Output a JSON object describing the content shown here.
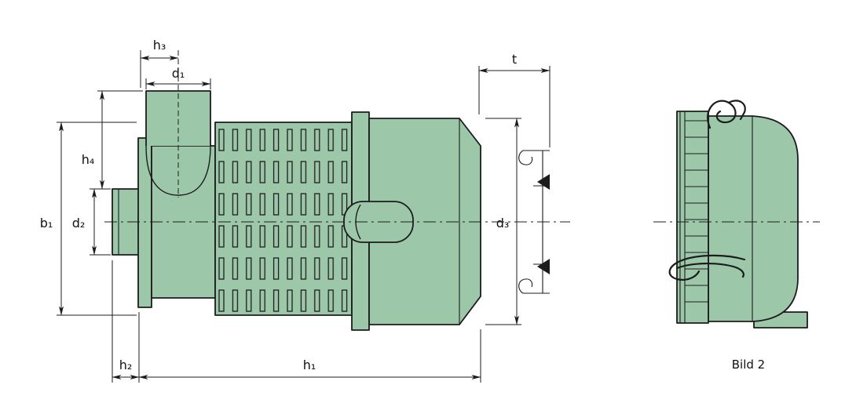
{
  "figure": {
    "caption": "Bild 2"
  },
  "colors": {
    "body_fill": "#9cc7a9",
    "outline": "#1c1c1c",
    "dimension_lines": "#1c1c1c",
    "background": "#ffffff"
  },
  "dimension_labels": {
    "h3": "h₃",
    "d1": "d₁",
    "t": "t",
    "h4": "h₄",
    "b1": "b₁",
    "d2": "d₂",
    "d3": "d₃",
    "h2": "h₂",
    "h1": "h₁"
  }
}
